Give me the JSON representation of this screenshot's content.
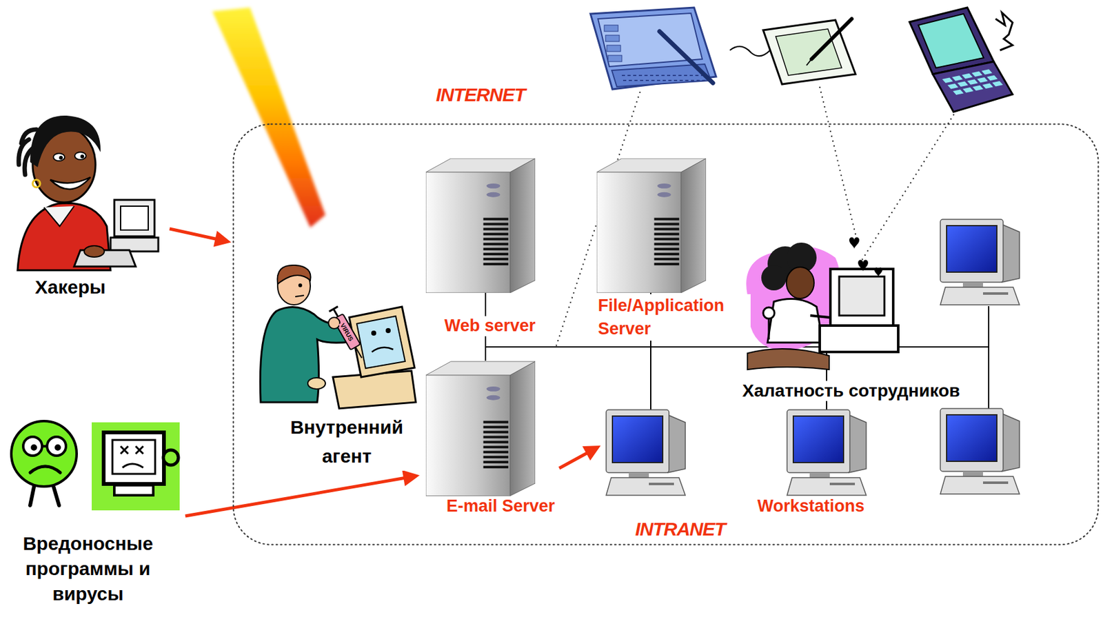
{
  "diagram": {
    "nodes": [
      {
        "text": [
          "Хакеры"
        ]
      },
      {
        "text": [
          "Вредоносные программы и вирусы"
        ]
      },
      {
        "text": [
          "INTRANET"
        ]
      },
      {
        "text": [
          "Web server"
        ],
        "in": 2
      },
      {
        "text": [
          "File/Application Server"
        ],
        "in": 2
      },
      {
        "text": [
          "Внутренний агент"
        ],
        "in": 2
      },
      {
        "text": [
          "E-mail Server"
        ],
        "in": 2
      },
      {
        "text": [
          "Халатность сотрудников"
        ],
        "in": 2
      },
      {
        "text": [
          "Workstations"
        ],
        "in": 2
      }
    ],
    "edges": [
      {
        "from": 0,
        "to": 2,
        "arrow": "to"
      },
      {
        "from": 1,
        "to": 6,
        "arrow": "to"
      },
      {
        "from": 6,
        "to": 8,
        "arrow": "to"
      }
    ],
    "labels": [
      "INTERNET",
      "VIRUS"
    ]
  }
}
